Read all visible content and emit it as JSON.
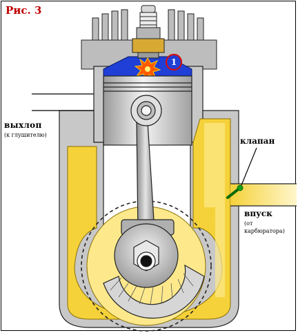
{
  "figure": {
    "title": "Рис. 3",
    "marker_number": "1"
  },
  "labels": {
    "exhaust": "выхлоп",
    "exhaust_note": "(к глушителю)",
    "valve": "клапан",
    "intake": "впуск",
    "intake_note_line1": "(от",
    "intake_note_line2": "карбюратора)"
  },
  "colors": {
    "mixture": "#f5d23a",
    "mixture_light": "#fde98c",
    "combustion_chamber": "#1f3fd6",
    "cylinder_metal": "#c8c8c8",
    "piston": "#e6e6e6",
    "marker_ring": "#d01010",
    "valve_flap": "#1aa01a",
    "spark": "#ff5a00"
  },
  "icons": {
    "spark": "explosion-icon",
    "valve": "reed-valve-icon"
  }
}
